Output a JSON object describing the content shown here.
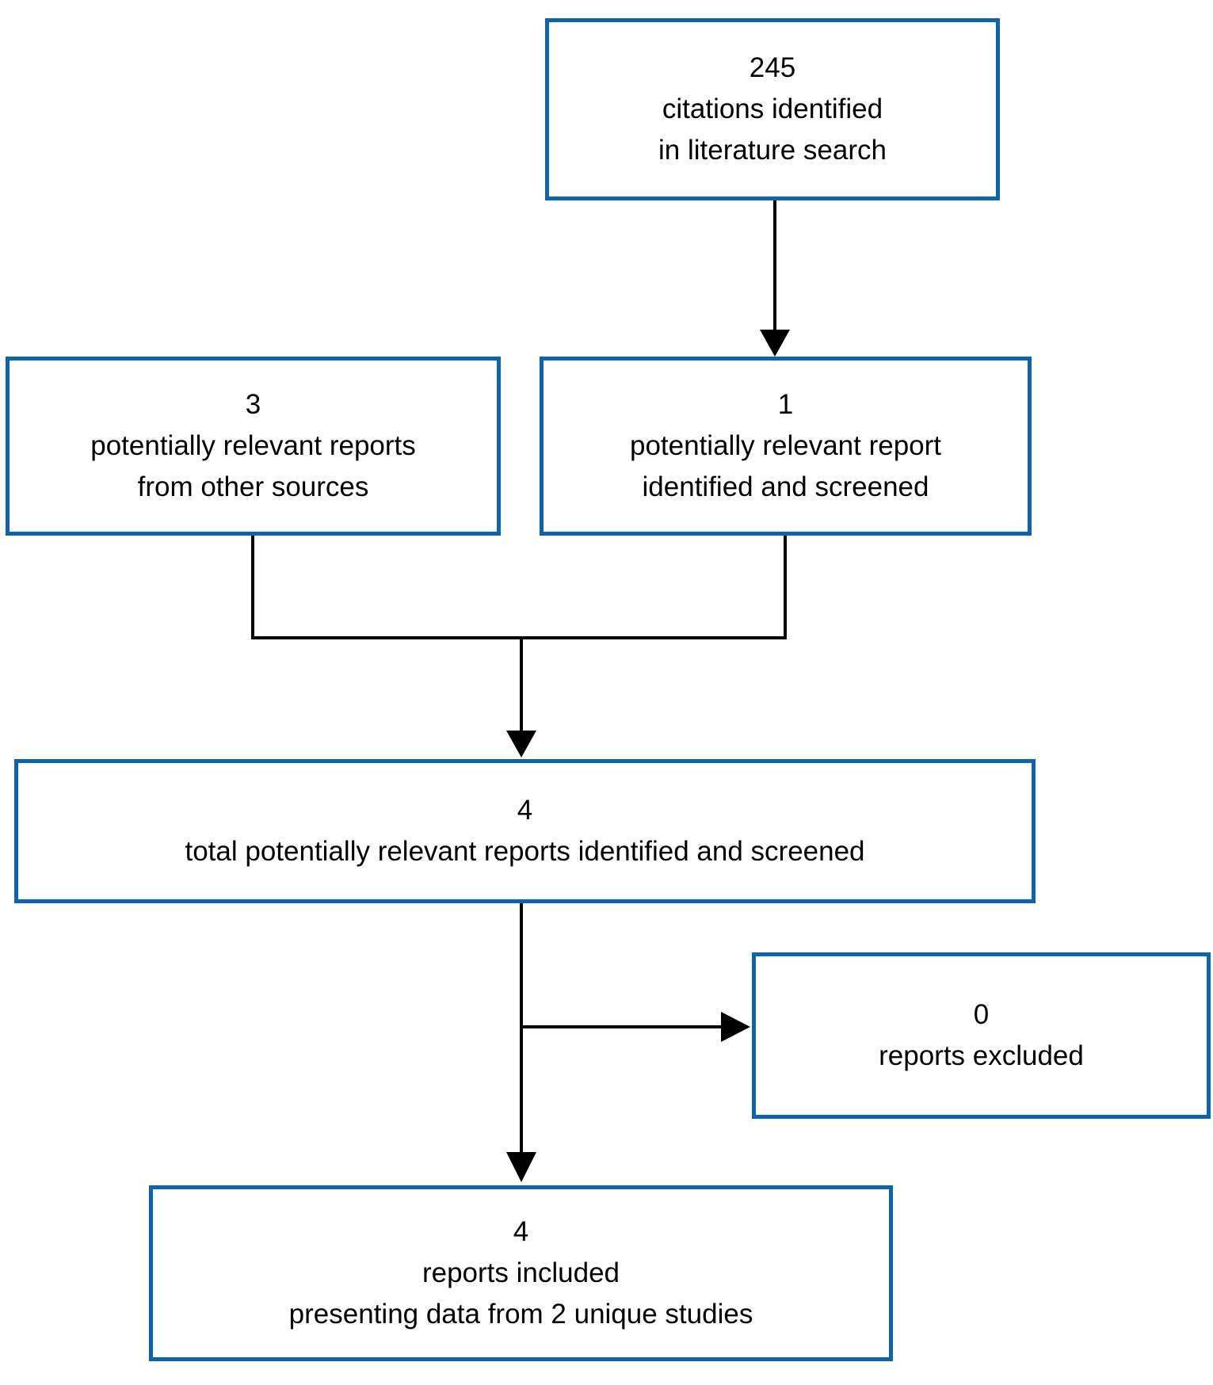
{
  "colors": {
    "box_border": "#0b64b0",
    "connector_line": "#000000",
    "text": "#000000",
    "background": "#ffffff"
  },
  "nodes": {
    "citations": {
      "count": "245",
      "line1": "citations identified",
      "line2": "in literature search"
    },
    "other_sources": {
      "count": "3",
      "line1": "potentially relevant reports",
      "line2": "from other sources"
    },
    "screened": {
      "count": "1",
      "line1": "potentially relevant report",
      "line2": "identified and screened"
    },
    "total": {
      "count": "4",
      "line1": "total potentially relevant reports identified and screened"
    },
    "excluded": {
      "count": "0",
      "line1": "reports excluded"
    },
    "included": {
      "count": "4",
      "line1": "reports included",
      "line2": "presenting data from 2 unique studies"
    }
  },
  "edges": [
    {
      "from": "citations",
      "to": "screened"
    },
    {
      "from": "other_sources",
      "to": "total"
    },
    {
      "from": "screened",
      "to": "total"
    },
    {
      "from": "total",
      "to": "excluded"
    },
    {
      "from": "total",
      "to": "included"
    }
  ]
}
